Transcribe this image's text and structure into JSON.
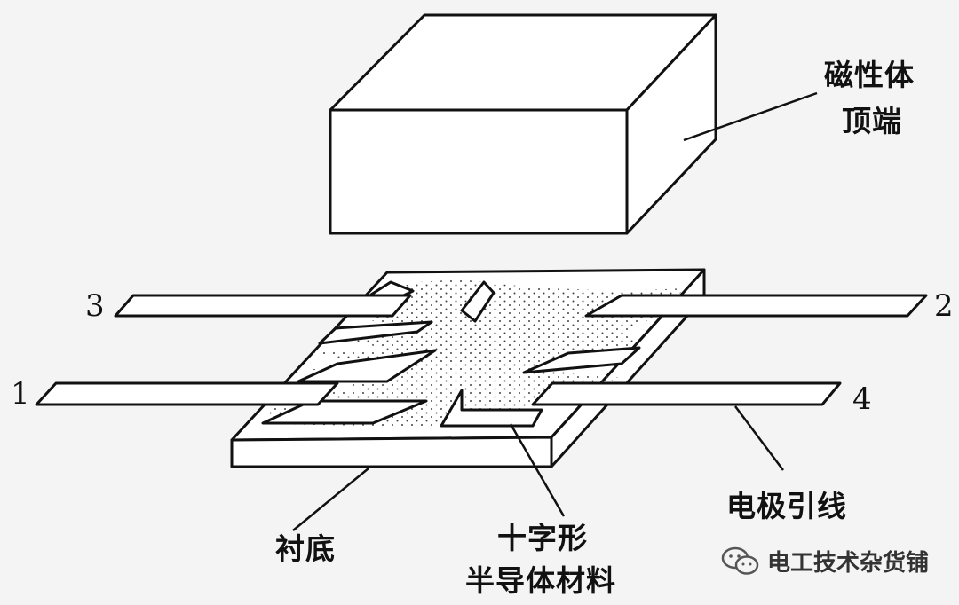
{
  "labels": {
    "magnet": [
      "磁性体",
      "顶端"
    ],
    "substrate": "衬底",
    "cross": [
      "十字形",
      "半导体材料"
    ],
    "leads": "电极引线",
    "terminals": [
      "1",
      "2",
      "3",
      "4"
    ]
  },
  "watermark": {
    "text": "电工技术杂货铺",
    "icon": "wechat-icon"
  },
  "colors": {
    "stroke": "#111111",
    "fill": "#ffffff",
    "background": "#f4f4f4",
    "dots": "#444444"
  }
}
